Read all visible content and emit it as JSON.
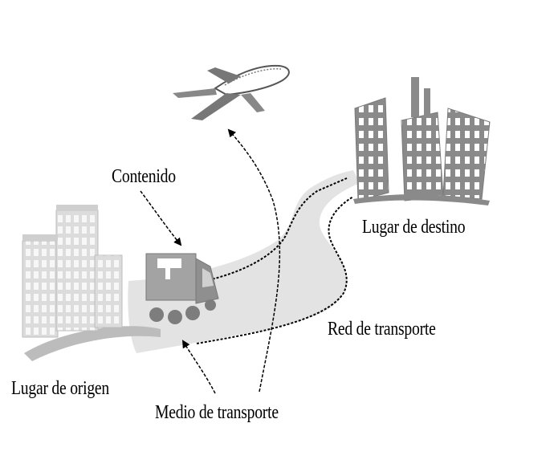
{
  "labels": {
    "contenido": "Contenido",
    "lugar_destino": "Lugar de destino",
    "red_transporte": "Red de transporte",
    "lugar_origen": "Lugar de origen",
    "medio_transporte": "Medio de transporte"
  },
  "colors": {
    "road": "#e3e3e3",
    "building_light": "#d6d6d6",
    "building_dark": "#8a8a8a",
    "truck": "#9a9a9a",
    "line": "#000000"
  }
}
